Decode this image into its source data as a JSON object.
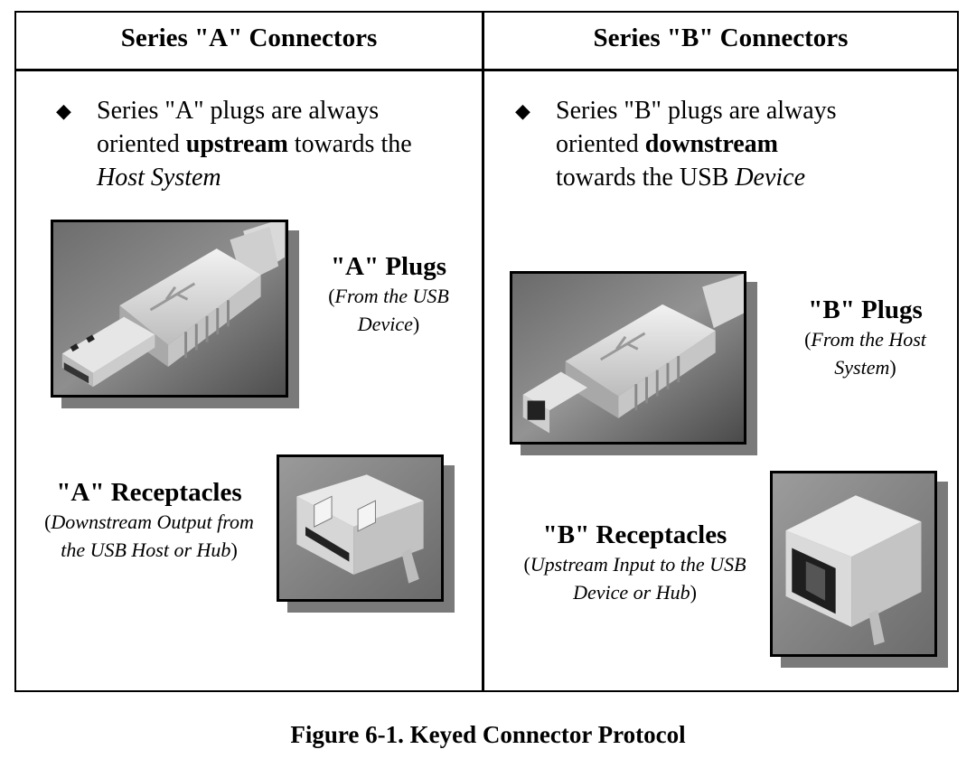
{
  "figure": {
    "caption": "Figure 6-1.  Keyed Connector Protocol"
  },
  "series_a": {
    "header": "Series \"A\" Connectors",
    "bullet": {
      "pre": "Series \"A\" plugs are always oriented ",
      "bold": "upstream",
      "mid": " towards the ",
      "italic": "Host System"
    },
    "plug_label": "\"A\" Plugs",
    "plug_sub_italic": "From the USB Device",
    "receptacle_label": "\"A\" Receptacles",
    "receptacle_sub_italic": "Downstream Output from the USB Host or Hub"
  },
  "series_b": {
    "header": "Series \"B\" Connectors",
    "bullet": {
      "pre": "Series \"B\" plugs are always oriented ",
      "bold": "downstream",
      "mid": " towards the ",
      "plain2": "USB ",
      "italic": "Device"
    },
    "plug_label": "\"B\" Plugs",
    "plug_sub_italic": "From the Host System",
    "receptacle_label": "\"B\" Receptacles",
    "receptacle_sub_italic": "Upstream Input to the USB Device or Hub"
  },
  "icons": {
    "bullet": "diamond-icon",
    "usb_symbol": "usb-trident-icon"
  }
}
